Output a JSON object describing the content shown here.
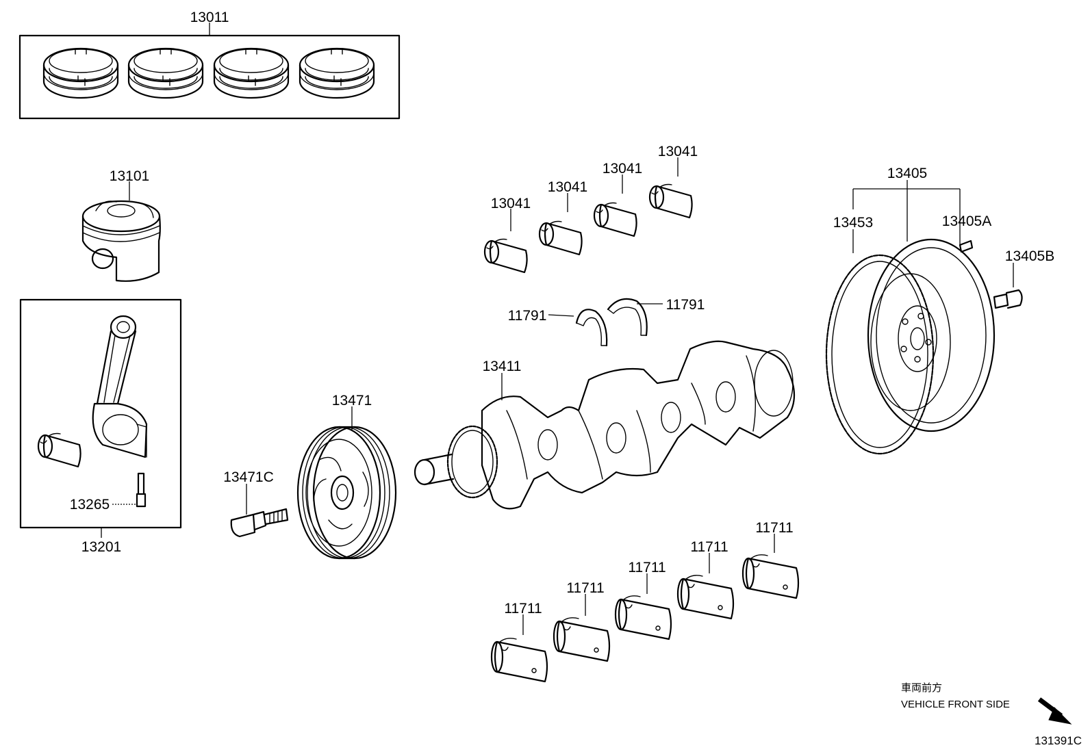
{
  "diagram": {
    "labels": {
      "piston_ring_set": "13011",
      "piston": "13101",
      "connecting_rod_assy": "13201",
      "rod_bolt": "13265",
      "pulley_bolt": "13471C",
      "crank_pulley": "13471",
      "crankshaft": "13411",
      "rod_bearing_1": "13041",
      "rod_bearing_2": "13041",
      "rod_bearing_3": "13041",
      "rod_bearing_4": "13041",
      "thrust_washer_left": "11791",
      "thrust_washer_right": "11791",
      "flywheel_assy": "13405",
      "ring_gear": "13453",
      "flywheel_pin": "13405A",
      "flywheel_bolt": "13405B",
      "main_bearing_1": "11711",
      "main_bearing_2": "11711",
      "main_bearing_3": "11711",
      "main_bearing_4": "11711",
      "main_bearing_5": "11711"
    },
    "direction_note": {
      "japanese": "車両前方",
      "english": "VEHICLE FRONT SIDE"
    },
    "figure_code": "131391C"
  }
}
